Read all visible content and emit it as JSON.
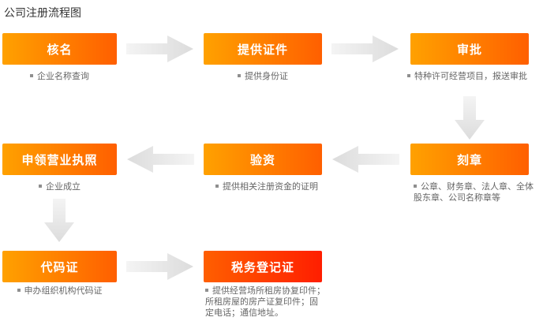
{
  "title": "公司注册流程图",
  "colors": {
    "title_color": "#333333",
    "note_color": "#666666",
    "box_grad_a": "#ffa100",
    "box_grad_b": "#ff5f00",
    "box_red_a": "#ff5f00",
    "box_red_b": "#ff1e00",
    "arrow_a": "#f4f4f4",
    "arrow_b": "#dcdcdc"
  },
  "nodes": [
    {
      "label": "核名",
      "note": "企业名称查询"
    },
    {
      "label": "提供证件",
      "note": "提供身份证"
    },
    {
      "label": "审批",
      "note": "特种许可经营项目，报送审批"
    },
    {
      "label": "刻章",
      "note": "公章、财务章、法人章、全体股东章、公司名称章等"
    },
    {
      "label": "验资",
      "note": "提供相关注册资金的证明"
    },
    {
      "label": "申领营业执照",
      "note": "企业成立"
    },
    {
      "label": "代码证",
      "note": "申办组织机构代码证"
    },
    {
      "label": "税务登记证",
      "note": "提供经营场所租房协复印件；所租房屋的房产证复印件；固定电话；通信地址。"
    }
  ]
}
